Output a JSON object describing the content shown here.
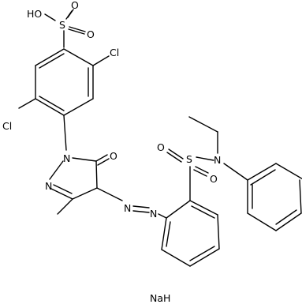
{
  "molecule": {
    "labels": {
      "hydroxyl": "HO",
      "sulfur_top": "S",
      "oxygen_top_a": "O",
      "oxygen_top_b": "O",
      "chlorine_right": "Cl",
      "chlorine_left": "Cl",
      "nitrogen_ring_top": "N",
      "nitrogen_ring_left": "N",
      "carbonyl_oxygen": "O",
      "azo_nitrogen_a": "N",
      "azo_nitrogen_b": "N",
      "sulfonamide_oxygen_left": "O",
      "sulfonamide_sulfur": "S",
      "sulfonamide_oxygen_bottom": "O",
      "sulfonamide_nitrogen": "N",
      "counterion": "NaH"
    }
  }
}
